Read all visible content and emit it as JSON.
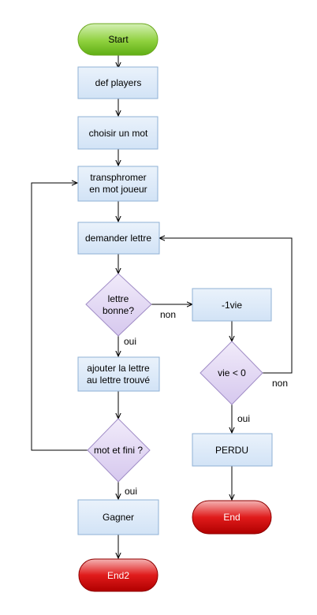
{
  "nodes": {
    "start": "Start",
    "def_players": "def players",
    "choisir": "choisir un mot",
    "transform_1": "transphromer",
    "transform_2": "en mot joueur",
    "demander": "demander lettre",
    "lettre_bonne_1": "lettre",
    "lettre_bonne_2": "bonne?",
    "ajouter_1": "ajouter la lettre",
    "ajouter_2": "au lettre trouvé",
    "mot_fini": "mot et fini ?",
    "gagner": "Gagner",
    "end2": "End2",
    "moins_vie": "-1vie",
    "vie_test": "vie < 0",
    "perdu": "PERDU",
    "end": "End"
  },
  "edge_labels": {
    "non_1": "non",
    "oui_1": "oui",
    "oui_2": "oui",
    "non_2": "non",
    "oui_3": "oui"
  },
  "colors": {
    "process_fill": "#dbe8f7",
    "process_stroke": "#6c8ebf",
    "decision_fill": "#e1d5f3",
    "decision_stroke": "#9673a6",
    "start_fill": "#6cbf1a",
    "end_fill": "#d10000"
  }
}
